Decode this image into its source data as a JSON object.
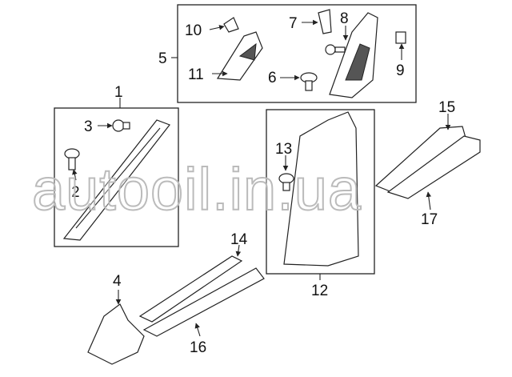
{
  "callouts": {
    "c1": "1",
    "c2": "2",
    "c3": "3",
    "c4": "4",
    "c5": "5",
    "c6": "6",
    "c7": "7",
    "c8": "8",
    "c9": "9",
    "c10": "10",
    "c11": "11",
    "c12": "12",
    "c13": "13",
    "c14": "14",
    "c15": "15",
    "c16": "16",
    "c17": "17"
  },
  "watermark": "autooil.in.ua"
}
